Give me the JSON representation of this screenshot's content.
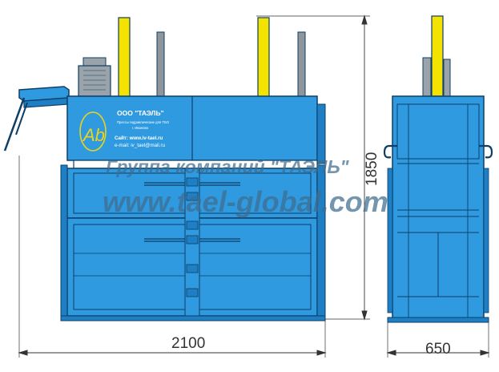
{
  "colors": {
    "body": "#2f9ae0",
    "body_dark": "#1f7fc4",
    "line": "#0d3f66",
    "yellow": "#f4e200",
    "gray": "#8e969c",
    "motor": "#9aa3aa",
    "logo": "#e8d41c",
    "watermark": "#3f6d8f"
  },
  "label": {
    "company": "ООО \"ТАЭЛЬ\"",
    "line1": "Прессы гидравлические для ТБО",
    "line2": "г. Иваново",
    "site": "Сайт: www.iv-tael.ru",
    "email": "e-mail: iv_tael@mail.ru"
  },
  "logo_text": "Ab",
  "watermark": {
    "line1": "Группа компаний \"ТАЭЛЬ\"",
    "line2": "www.tael-global.com"
  },
  "dimensions": {
    "front_width": "2100",
    "side_width": "650",
    "height": "1850"
  }
}
